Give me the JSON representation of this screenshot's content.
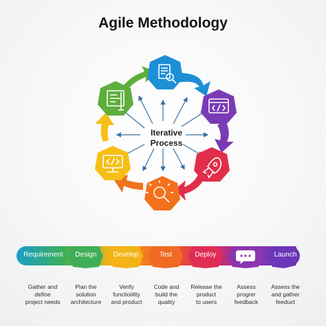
{
  "title": "Agile Methodology",
  "center": {
    "line1": "Iterative",
    "line2": "Process"
  },
  "cycle_icons": [
    "document-search-icon",
    "code-window-icon",
    "rocket-icon",
    "lightbulb-search-icon",
    "code-monitor-icon",
    "blueprint-icon"
  ],
  "colors": {
    "blue": "#1c8fd6",
    "purple": "#7a3bb4",
    "red": "#e12e4a",
    "orange": "#f2711c",
    "yellow": "#f6bf15",
    "green": "#5fae3c",
    "teal": "#19a0c8"
  },
  "stages": [
    {
      "label": "Requirement",
      "desc": [
        "Gather and",
        "define",
        "project needs"
      ]
    },
    {
      "label": "Design",
      "desc": [
        "Plan the",
        "solution",
        "architecture"
      ]
    },
    {
      "label": "Develop",
      "desc": [
        "Verify",
        "functioiility",
        "and product"
      ]
    },
    {
      "label": "Test",
      "desc": [
        "Code and",
        "build the",
        "quality"
      ]
    },
    {
      "label": "Deploy",
      "desc": [
        "Release the",
        "product",
        "to users"
      ]
    },
    {
      "label": "",
      "icon": "chat-bubble-icon",
      "desc": [
        "Assess",
        "progrer",
        "feedback"
      ]
    },
    {
      "label": "Launch",
      "desc": [
        "Assess the",
        "and gather",
        "feeduct"
      ]
    }
  ]
}
